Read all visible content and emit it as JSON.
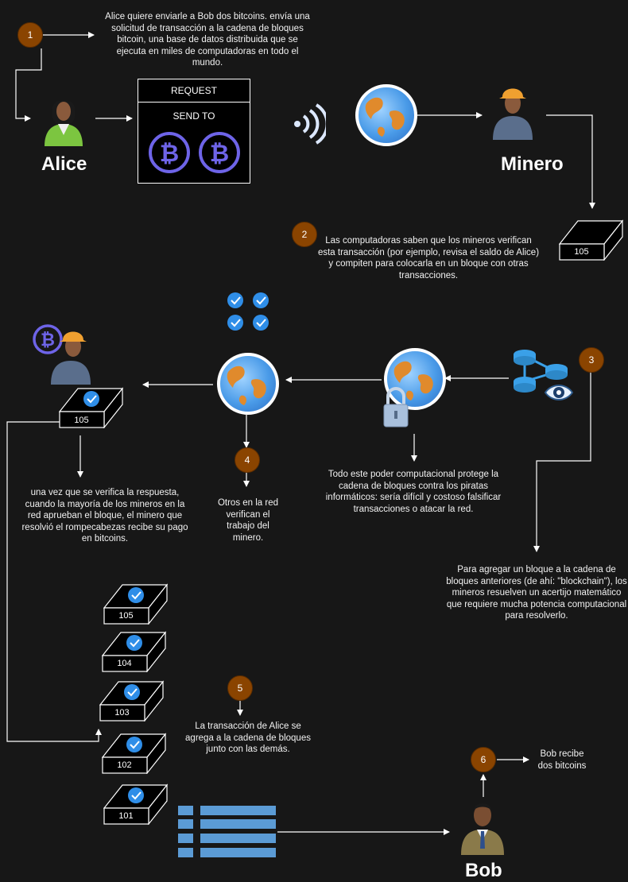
{
  "steps": {
    "s1": "1",
    "s2": "2",
    "s3": "3",
    "s4": "4",
    "s5": "5",
    "s6": "6"
  },
  "texts": {
    "t1": "Alice quiere enviarle a Bob dos bitcoins. envía una solicitud de transacción a la cadena de bloques bitcoin, una base de datos distribuida que se ejecuta en miles de computadoras en todo el mundo.",
    "t2": "Las computadoras saben que los mineros verifican esta transacción (por ejemplo, revisa el saldo de Alice) y compiten para colocarla en un bloque con otras transacciones.",
    "t3": "Para agregar un bloque a la cadena de bloques anteriores (de ahí: \"blockchain\"), los mineros resuelven un acertijo matemático que requiere mucha potencia computacional para resolverlo.",
    "t_security": "Todo este poder computacional protege la cadena de bloques contra los piratas informáticos: sería difícil y costoso falsificar transacciones o atacar la red.",
    "t4": "Otros en la red verifican el trabajo del minero.",
    "t_pay": "una vez que se verifica la respuesta, cuando la mayoría de los mineros en la red aprueban el bloque, el minero que resolvió el rompecabezas recibe su pago en bitcoins.",
    "t5": "La transacción de Alice se agrega a la cadena de bloques junto con las demás.",
    "t6": "Bob recibe dos bitcoins"
  },
  "actors": {
    "alice": "Alice",
    "miner": "Minero",
    "bob": "Bob"
  },
  "request": {
    "header": "REQUEST",
    "send_to": "SEND TO"
  },
  "blocks": {
    "pending": "105",
    "verified": "105",
    "chain": [
      "105",
      "104",
      "103",
      "102",
      "101"
    ]
  },
  "colors": {
    "badge": "#8a4400",
    "bitcoin": "#6e64e8",
    "check": "#2f8ee8",
    "list": "#5b9bd5",
    "background": "#171717"
  },
  "icons": [
    "user-icon",
    "bitcoin-icon",
    "wireless-icon",
    "globe-icon",
    "block-icon",
    "check-icon",
    "lock-icon",
    "database-icon",
    "eye-icon",
    "list-icon"
  ]
}
